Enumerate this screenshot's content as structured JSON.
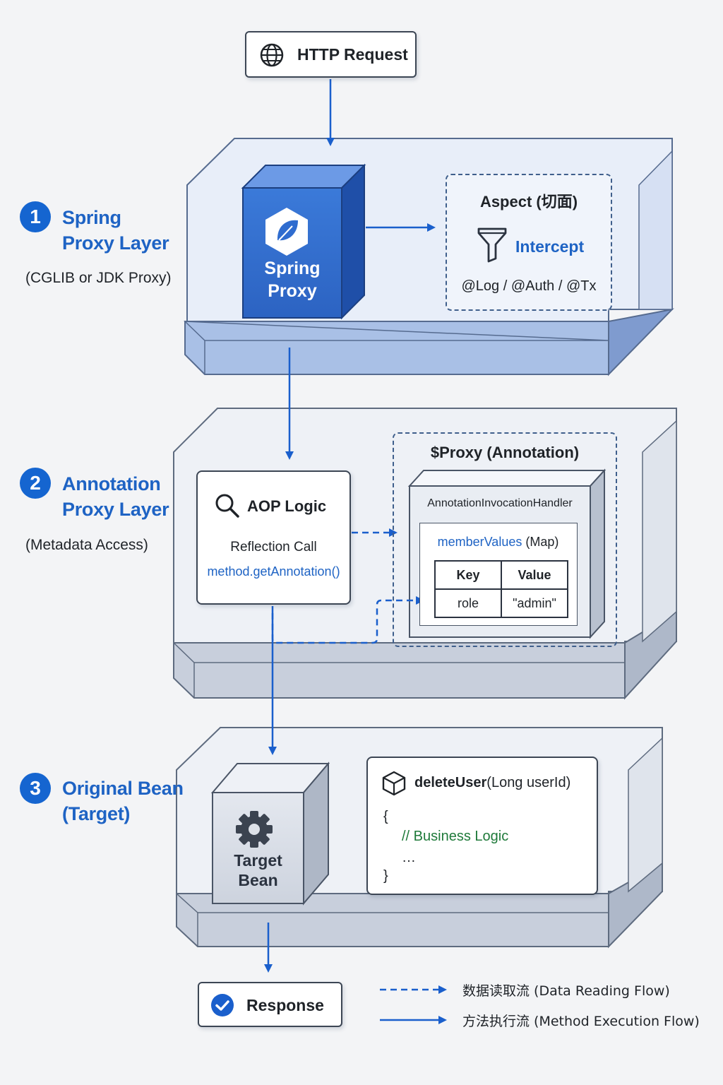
{
  "http_request": {
    "label": "HTTP Request",
    "icon": "globe-icon"
  },
  "layers": [
    {
      "number": "1",
      "title_line1": "Spring",
      "title_line2": "Proxy Layer",
      "subtitle": "(CGLIB or JDK Proxy)"
    },
    {
      "number": "2",
      "title_line1": "Annotation",
      "title_line2": "Proxy Layer",
      "subtitle": "(Metadata Access)"
    },
    {
      "number": "3",
      "title_line1": "Original Bean",
      "title_line2": "(Target)",
      "subtitle": ""
    }
  ],
  "spring_proxy": {
    "line1": "Spring",
    "line2": "Proxy",
    "icon": "spring-leaf-icon"
  },
  "aspect": {
    "title": "Aspect (切面)",
    "intercept_label": "Intercept",
    "annotations": "@Log / @Auth / @Tx",
    "icon": "funnel-icon"
  },
  "aop_logic": {
    "title": "AOP Logic",
    "subtitle": "Reflection Call",
    "code": "method.getAnnotation()",
    "icon": "magnifier-icon"
  },
  "annotation_proxy": {
    "title": "$Proxy (Annotation)",
    "handler": "AnnotationInvocationHandler",
    "member_values_prefix": "memberValues",
    "member_values_suffix": " (Map)",
    "table_headers": [
      "Key",
      "Value"
    ],
    "table_rows": [
      [
        "role",
        "\"admin\""
      ]
    ]
  },
  "target_bean": {
    "line1": "Target",
    "line2": "Bean",
    "icon": "gear-icon"
  },
  "method_box": {
    "method_name": "deleteUser",
    "params": "(Long userId)",
    "open_brace": "{",
    "comment": "// Business Logic",
    "ellipsis": "…",
    "close_brace": "}",
    "icon": "cube-icon"
  },
  "response": {
    "label": "Response",
    "icon": "check-circle-icon"
  },
  "legend": {
    "dashed_label": "数据读取流 (Data Reading Flow)",
    "solid_label": "方法执行流 (Method Execution Flow)"
  },
  "colors": {
    "accent_blue": "#1e63c4",
    "arrow_blue": "#1a5fcc",
    "comment_green": "#1f7a3a",
    "proxy_cube": "#2f6ccf",
    "layer1_bottom": "#a9c0e6",
    "layer2_bottom": "#c8cfdc"
  }
}
